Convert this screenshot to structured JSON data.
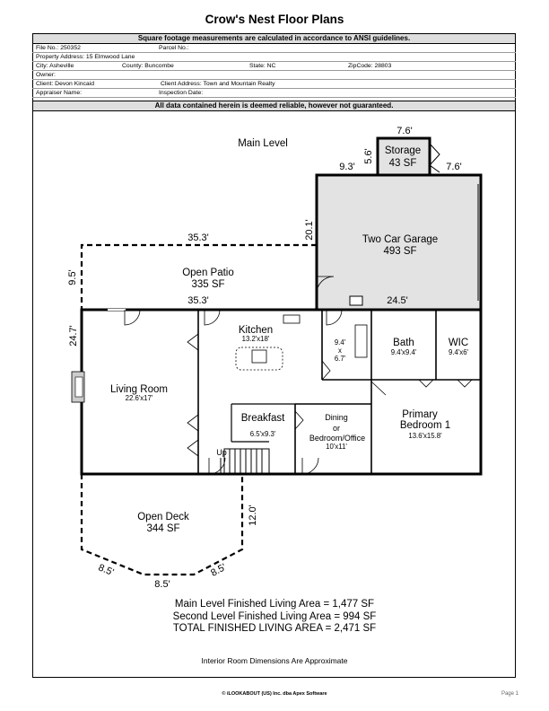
{
  "title": "Crow's Nest Floor Plans",
  "banner_top": "Square footage measurements are calculated in accordance to ANSI guidelines.",
  "banner_bottom": "All data contained herein is deemed reliable, however not guaranteed.",
  "info": {
    "file_no": "File No.: 250352",
    "parcel_no": "Parcel No.:",
    "address": "Property Address: 15 Elmwood Lane",
    "city": "City: Asheville",
    "county": "County: Buncombe",
    "state": "State: NC",
    "zip": "ZipCode: 28803",
    "owner": "Owner:",
    "client": "Client: Devon Kincaid",
    "client_address": "Client Address: Town and Mountain Realty",
    "appraiser": "Appraiser Name:",
    "inspection_date": "Inspection Date:"
  },
  "plan": {
    "level_label": "Main Level",
    "storage": {
      "name": "Storage",
      "area": "43 SF"
    },
    "garage": {
      "name": "Two Car Garage",
      "area": "493 SF"
    },
    "patio": {
      "name": "Open Patio",
      "area": "335 SF"
    },
    "kitchen": {
      "name": "Kitchen",
      "dims": "13.2'x18'"
    },
    "living": {
      "name": "Living Room",
      "dims": "22.6'x17'"
    },
    "breakfast": {
      "name": "Breakfast",
      "dims": "6.5'x9.3'"
    },
    "dining": {
      "line1": "Dining",
      "line2": "or",
      "line3": "Bedroom/Office",
      "dims": "10'x11'"
    },
    "closet": {
      "line1": "9.4'",
      "line2": "x",
      "line3": "6.7'"
    },
    "bath": {
      "name": "Bath",
      "dims": "9.4'x9.4'"
    },
    "wic": {
      "name": "WIC",
      "dims": "9.4'x6'"
    },
    "primary": {
      "line1": "Primary",
      "line2": "Bedroom 1",
      "dims": "13.6'x15.8'"
    },
    "deck": {
      "name": "Open Deck",
      "area": "344 SF"
    },
    "stairs_label": "Up",
    "dimensions": {
      "storage_top": "7.6'",
      "storage_side": "5.6'",
      "storage_right": "7.6'",
      "garage_left_top": "9.3'",
      "garage_left": "20.1'",
      "patio_top": "35.3'",
      "patio_left": "9.5'",
      "house_top": "35.3'",
      "garage_bottom": "24.5'",
      "house_left": "24.7'",
      "deck_right": "12.0'",
      "deck_bottom": "8.5'",
      "deck_left_angle": "8.5'",
      "deck_right_angle": "8.5'"
    }
  },
  "summary": {
    "main": "Main Level Finished Living Area = 1,477 SF",
    "second": "Second Level Finished Living Area = 994 SF",
    "total": "TOTAL FINISHED LIVING AREA = 2,471 SF"
  },
  "note": "Interior Room Dimensions Are Approximate",
  "footer": "© iLOOKABOUT (US) Inc. dba Apex Software",
  "page_label": "Page 1"
}
